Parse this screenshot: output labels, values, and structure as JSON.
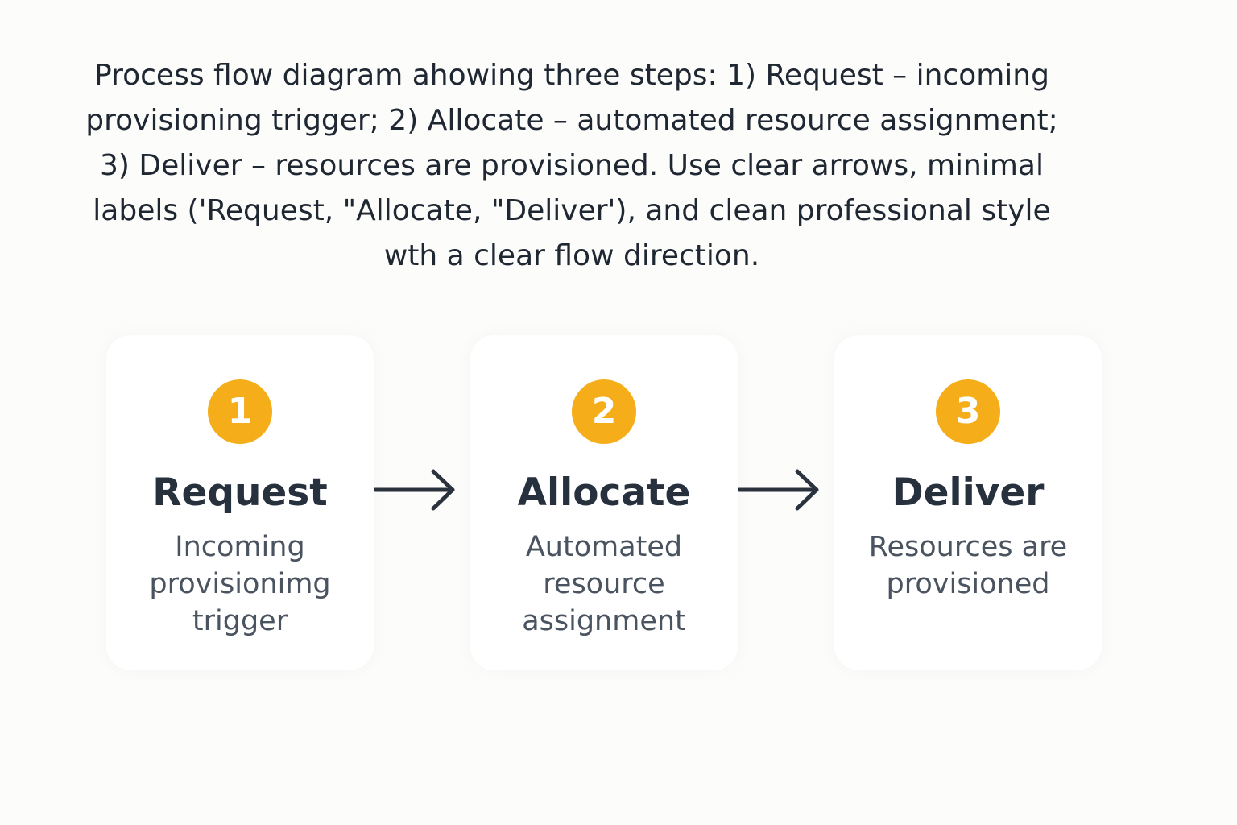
{
  "caption": {
    "lines": [
      "Process flow diagram ahowing three steps: 1) Request – incoming",
      "provisioning trigger; 2) Allocate – automated resource assignment;",
      "3) Deliver – resources are provisioned. Use clear arrows, minimal",
      "labels ('Request, \"Allocate, \"Deliver'), and clean professional style",
      "wth a clear flow direction."
    ]
  },
  "steps": [
    {
      "number": "1",
      "title": "Request",
      "description": [
        "Incoming",
        "provisionimg",
        "trigger"
      ]
    },
    {
      "number": "2",
      "title": "Allocate",
      "description": [
        "Automated",
        "resource",
        "assignment"
      ]
    },
    {
      "number": "3",
      "title": "Deliver",
      "description": [
        "Resources are",
        "provisioned"
      ]
    }
  ],
  "colors": {
    "badge": "#f5ae1a",
    "arrow": "#2a323e",
    "title": "#27303d",
    "description": "#4a5360",
    "background": "#fcfcfa"
  },
  "icons": {
    "arrow": "arrow-right-icon"
  }
}
